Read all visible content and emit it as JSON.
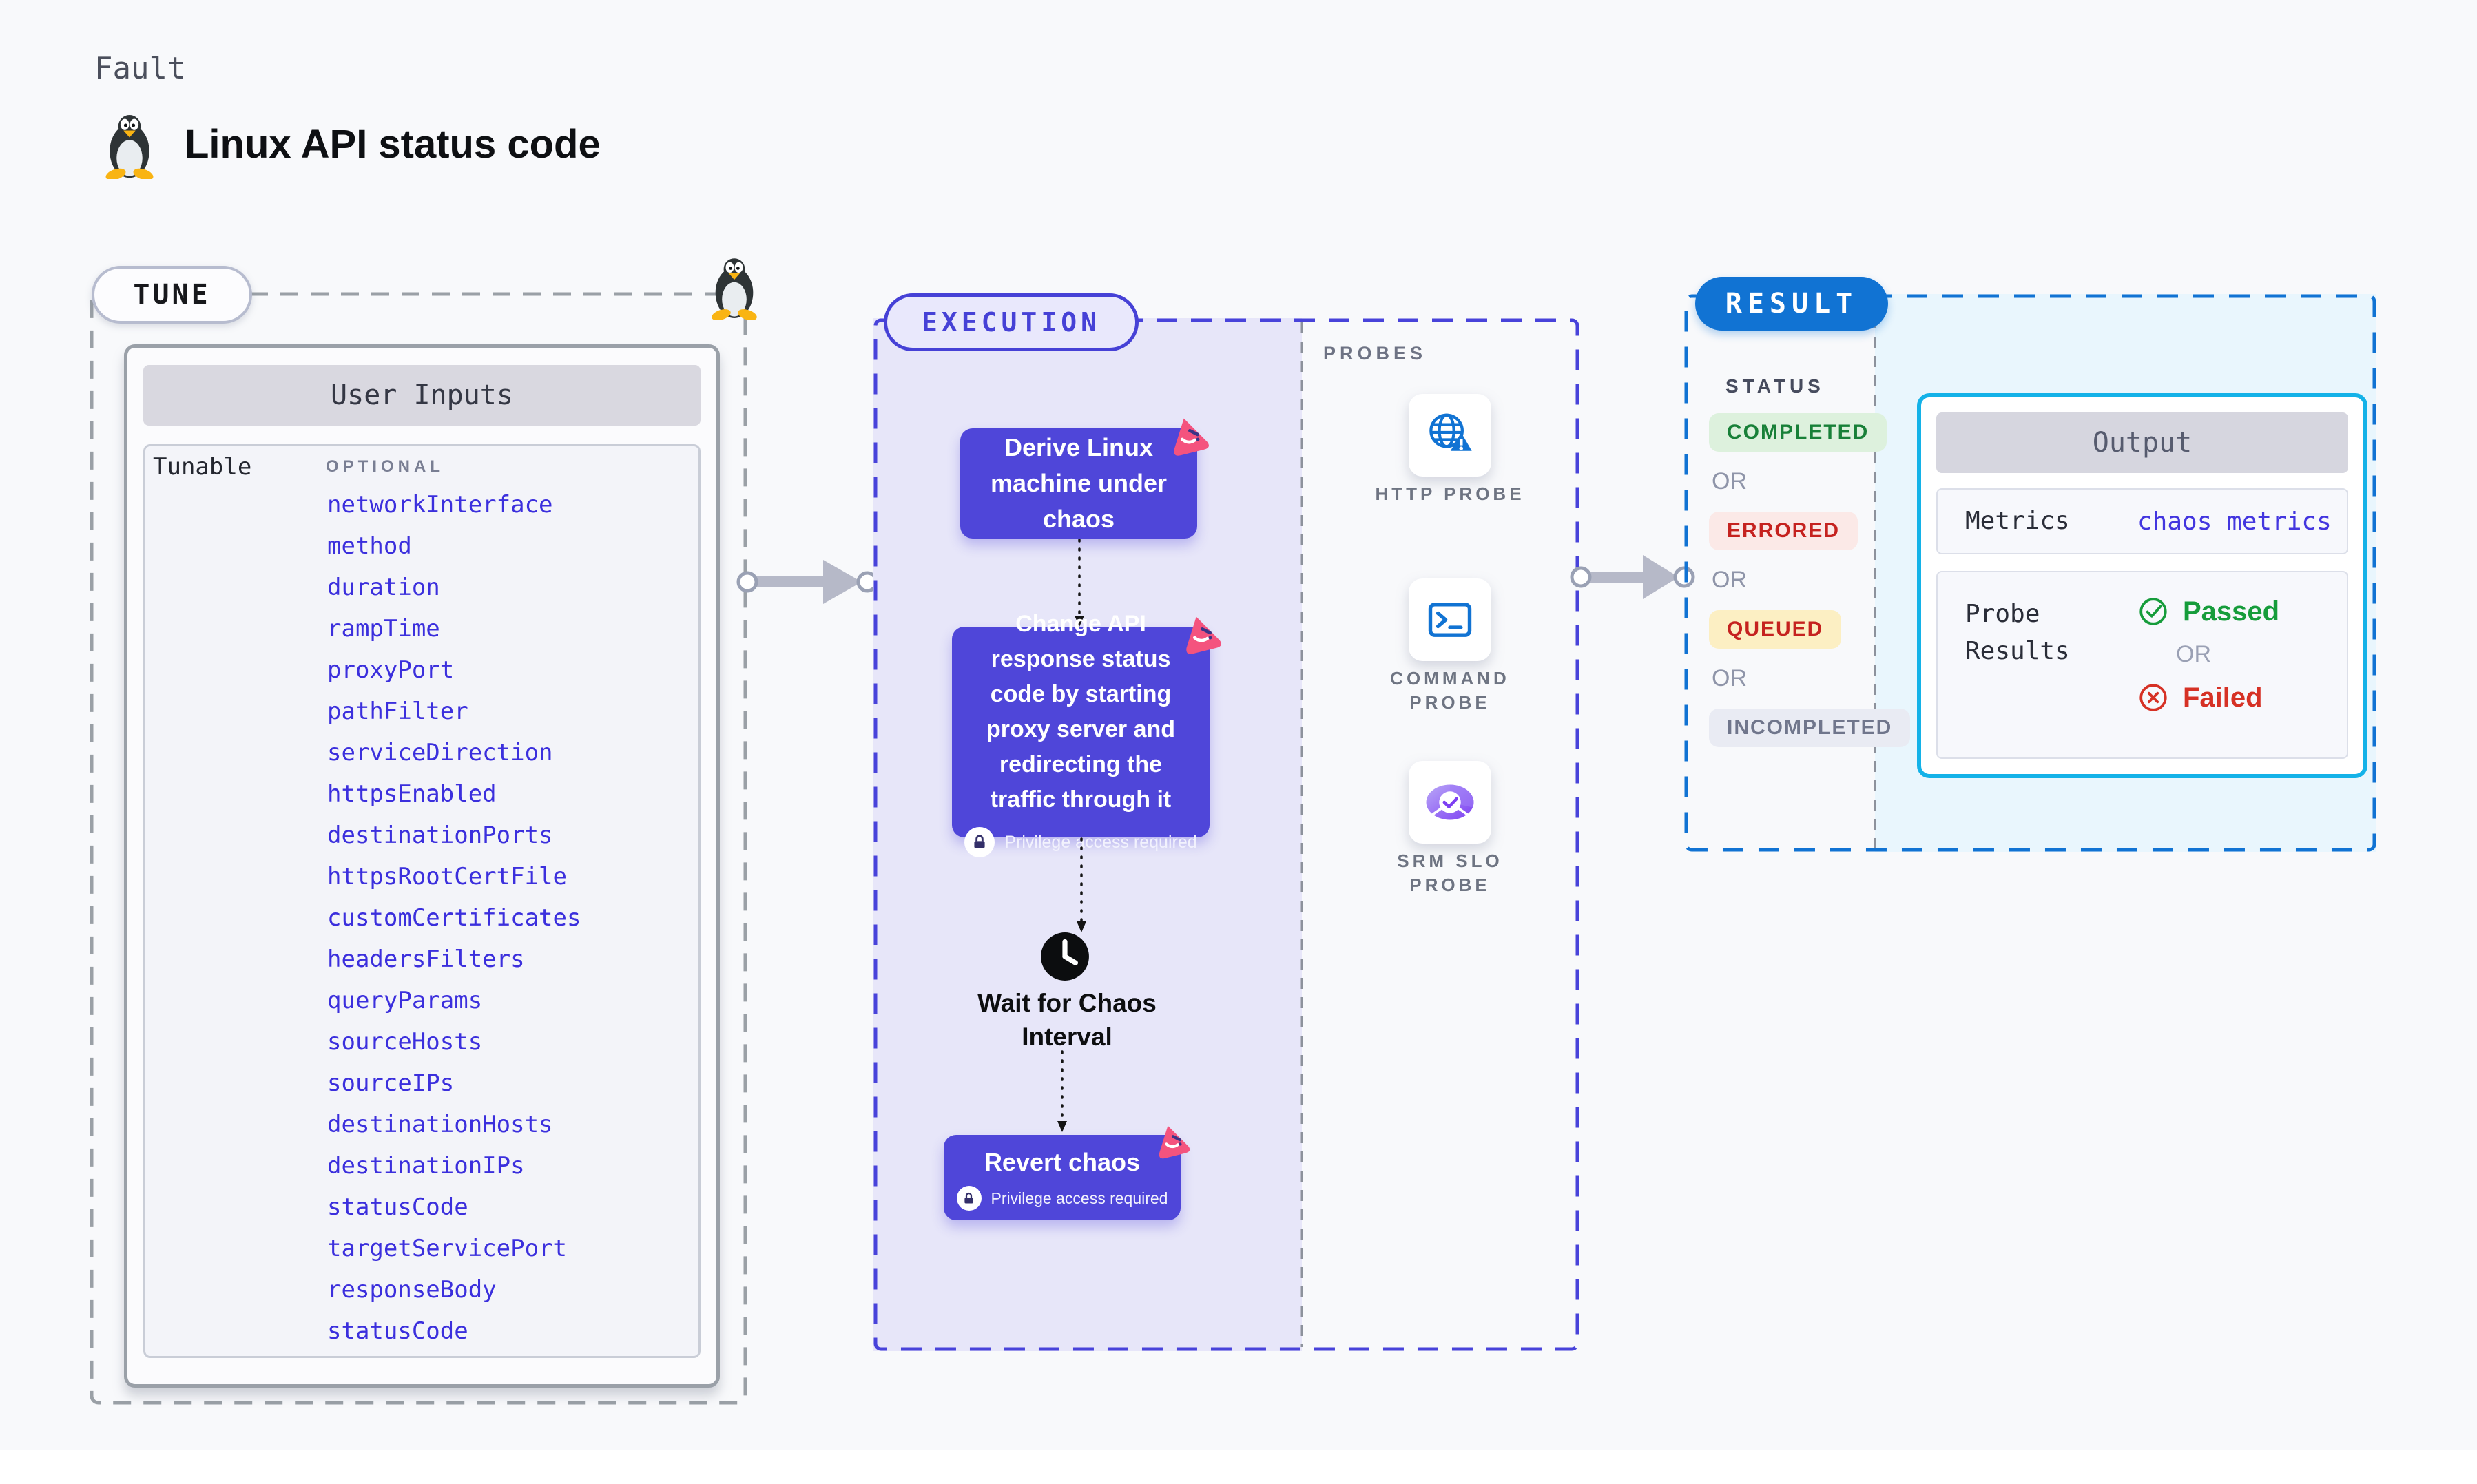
{
  "header": {
    "eyebrow": "Fault",
    "title": "Linux API status code"
  },
  "tune": {
    "label": "TUNE",
    "card_title": "User Inputs",
    "row_label": "Tunable",
    "optional_label": "OPTIONAL",
    "params": [
      "networkInterface",
      "method",
      "duration",
      "rampTime",
      "proxyPort",
      "pathFilter",
      "serviceDirection",
      "httpsEnabled",
      "destinationPorts",
      "httpsRootCertFile",
      "customCertificates",
      "headersFilters",
      "queryParams",
      "sourceHosts",
      "sourceIPs",
      "destinationHosts",
      "destinationIPs",
      "statusCode",
      "targetServicePort",
      "responseBody",
      "statusCode"
    ]
  },
  "execution": {
    "label": "EXECUTION",
    "steps": {
      "derive": "Derive Linux machine under chaos",
      "change": "Change API response status code by starting proxy server and redirecting the traffic through it",
      "wait": "Wait for Chaos Interval",
      "revert": "Revert chaos"
    },
    "privilege_label": "Privilege access required"
  },
  "probes": {
    "label": "PROBES",
    "items": [
      {
        "name": "HTTP PROBE",
        "icon": "globe-alert-icon"
      },
      {
        "name": "COMMAND PROBE",
        "icon": "terminal-icon"
      },
      {
        "name": "SRM SLO PROBE",
        "icon": "slo-donut-icon"
      }
    ]
  },
  "result": {
    "label": "RESULT",
    "status_label": "STATUS",
    "or_label": "OR",
    "statuses": [
      {
        "label": "COMPLETED",
        "bg": "#ddf1dd",
        "color": "#188038"
      },
      {
        "label": "ERRORED",
        "bg": "#fbe9e7",
        "color": "#c5221f"
      },
      {
        "label": "QUEUED",
        "bg": "#fcefc3",
        "color": "#c5221f"
      },
      {
        "label": "INCOMPLETED",
        "bg": "#e9ebf3",
        "color": "#70768c"
      }
    ],
    "output": {
      "title": "Output",
      "metrics_label": "Metrics",
      "metrics_value": "chaos metrics",
      "probe_results_label": "Probe Results",
      "passed": "Passed",
      "failed": "Failed"
    }
  },
  "colors": {
    "indigo_accent": "#4f46d9",
    "chaos_pink": "#f4537e",
    "result_blue": "#1173d3",
    "output_cyan": "#14b2e8",
    "passed_green": "#169c3b",
    "failed_red": "#d63125",
    "param_link_blue": "#3b2fdd"
  }
}
